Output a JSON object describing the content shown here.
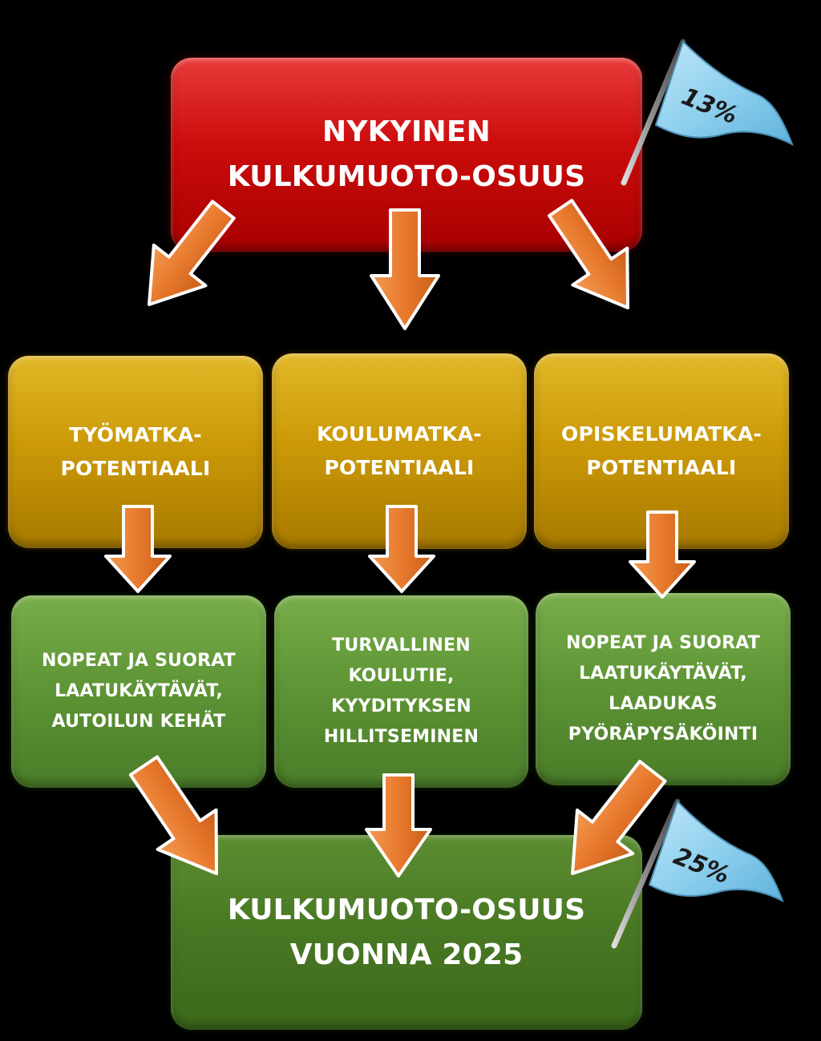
{
  "top_box": {
    "line1": "NYKYINEN",
    "line2": "KULKUMUOTO-OSUUS",
    "color": "#cc0c0c"
  },
  "potentials": [
    {
      "line1": "TYÖMATKA-",
      "line2": "POTENTIAALI"
    },
    {
      "line1": "KOULUMATKA-",
      "line2": "POTENTIAALI"
    },
    {
      "line1": "OPISKELUMATKA-",
      "line2": "POTENTIAALI"
    }
  ],
  "measures": [
    {
      "lines": [
        "NOPEAT JA SUORAT",
        "LAATUKÄYTÄVÄT,",
        "AUTOILUN KEHÄT"
      ]
    },
    {
      "lines": [
        "TURVALLINEN",
        "KOULUTIE,",
        "KYYDITYKSEN",
        "HILLITSEMINEN"
      ]
    },
    {
      "lines": [
        "NOPEAT JA SUORAT",
        "LAATUKÄYTÄVÄT,",
        "LAADUKAS",
        "PYÖRÄPYSÄKÖINTI"
      ]
    }
  ],
  "bottom_box": {
    "line1": "KULKUMUOTO-OSUUS",
    "line2": "VUONNA 2025",
    "color": "#4a7924"
  },
  "flags": {
    "current": "13%",
    "target": "25%",
    "color": "#8fd0ee"
  },
  "colors": {
    "arrow": "#e87a2e",
    "potential": "#cc9a08",
    "measure": "#5f9636",
    "background": "#000000"
  }
}
